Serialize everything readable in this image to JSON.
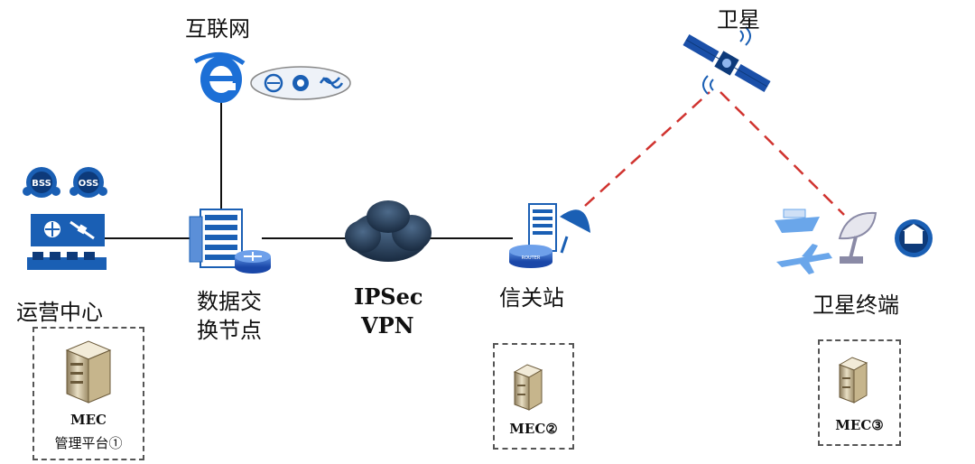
{
  "nodes": {
    "internet": {
      "label": "互联网"
    },
    "satellite": {
      "label": "卫星"
    },
    "ops_center": {
      "label": "运营中心",
      "badges": [
        "BSS",
        "OSS"
      ]
    },
    "switch_node": {
      "label_line1": "数据交",
      "label_line2": "换节点"
    },
    "vpn": {
      "label_line1": "IPSec",
      "label_line2": "VPN"
    },
    "gateway": {
      "label": "信关站",
      "router_text": "ROUTER"
    },
    "terminal": {
      "label": "卫星终端"
    }
  },
  "mec": {
    "m1": {
      "line1": "MEC",
      "line2": "管理平台①"
    },
    "m2": {
      "line1": "MEC②"
    },
    "m3": {
      "line1": "MEC③"
    }
  },
  "colors": {
    "blue": "#1a5fb4",
    "dark_blue": "#0d3a7a",
    "link_dashed": "#d0332f",
    "line": "#111111"
  },
  "icons": [
    "ie-icon",
    "isp-logos-icon",
    "satellite-icon",
    "bss-icon",
    "oss-icon",
    "control-room-icon",
    "server-rack-icon",
    "router-icon",
    "cloud-icon",
    "gateway-station-icon",
    "ship-icon",
    "plane-icon",
    "dish-icon",
    "building-icon",
    "server-icon"
  ]
}
